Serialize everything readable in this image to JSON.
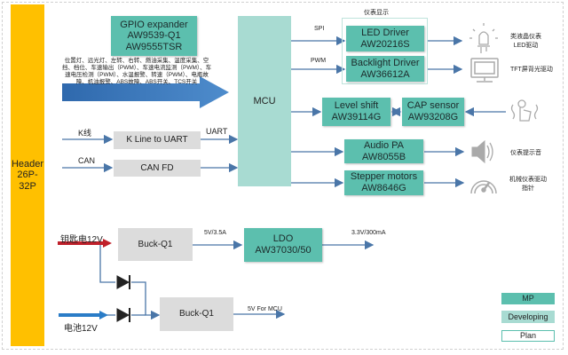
{
  "header": {
    "label": "Header 26P-32P"
  },
  "gpio": {
    "title": "GPIO expander",
    "part1": "AW9539-Q1",
    "part2": "AW9555TSR",
    "signals": "位置灯、远光灯、左转、右转、燃油采集、温度采集、空挡、档位、车速输出（PWM）、车速电流监测（PWM）、车速电压检测（PWM）、水温报警、转速（PWM）、电瓶故障、机油报警、ABS故障、ABS开关、TCS开关"
  },
  "mcu": {
    "label": "MCU"
  },
  "kline": {
    "input": "K线",
    "box": "K Line to UART",
    "output": "UART"
  },
  "can": {
    "input": "CAN",
    "box": "CAN FD"
  },
  "display_group": {
    "title": "仪表显示",
    "led": {
      "bus": "SPI",
      "name": "LED Driver",
      "part": "AW20216S",
      "desc1": "类液晶仪表",
      "desc2": "LED驱动",
      "icon": "led-bulb-icon"
    },
    "backlight": {
      "bus": "PWM",
      "name": "Backlight Driver",
      "part": "AW36612A",
      "desc": "TFT屏背光驱动",
      "icon": "monitor-icon"
    }
  },
  "level_shift": {
    "name": "Level shift",
    "part": "AW39114G"
  },
  "cap_sensor": {
    "name": "CAP sensor",
    "part": "AW93208G",
    "icon": "touch-hand-icon"
  },
  "audio": {
    "name": "Audio PA",
    "part": "AW8055B",
    "desc": "仪表提示音",
    "icon": "speaker-icon"
  },
  "stepper": {
    "name": "Stepper motors",
    "part": "AW8646G",
    "desc1": "机械仪表驱动",
    "desc2": "指针",
    "icon": "gauge-icon"
  },
  "power": {
    "key_input": "钥匙电12V",
    "battery_input": "电池12V",
    "buck1": "Buck-Q1",
    "buck1_out": "5V/3.5A",
    "ldo": {
      "name": "LDO",
      "part": "AW37030/50"
    },
    "ldo_out": "3.3V/300mA",
    "buck2": "Buck-Q1",
    "buck2_out": "5V For MCU"
  },
  "legend": {
    "mp": "MP",
    "developing": "Developing",
    "plan": "Plan"
  },
  "colors": {
    "mp": "#5cbfae",
    "developing": "#a8dbd2",
    "plan_border": "#5cbfae",
    "header": "#ffc000",
    "arrow": "#4a76a8",
    "key_arrow": "#c0202a",
    "battery_arrow": "#2a7cc7",
    "gray_box": "#dcdcdc"
  }
}
